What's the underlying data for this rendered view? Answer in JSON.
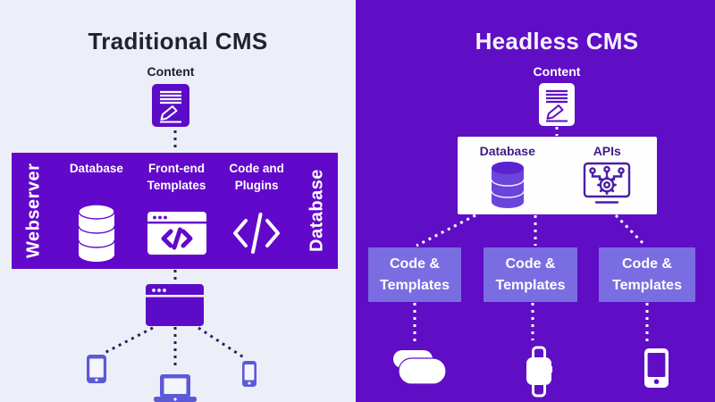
{
  "left_panel": {
    "title": "Traditional CMS",
    "content_label": "Content",
    "server_box": {
      "webserver_vertical_label": "Webserver",
      "database_vertical_label": "Database",
      "columns": [
        {
          "line1": "Database",
          "line2": ""
        },
        {
          "line1": "Front-end",
          "line2": "Templates"
        },
        {
          "line1": "Code and",
          "line2": "Plugins"
        }
      ]
    },
    "devices": [
      "tablet",
      "laptop",
      "smartphone"
    ]
  },
  "right_panel": {
    "title": "Headless CMS",
    "content_label": "Content",
    "api_box": {
      "database_label": "Database",
      "apis_label": "APIs"
    },
    "code_boxes": [
      {
        "line1": "Code &",
        "line2": "Templates"
      },
      {
        "line1": "Code &",
        "line2": "Templates"
      },
      {
        "line1": "Code &",
        "line2": "Templates"
      }
    ],
    "devices": [
      "vr-headset",
      "smartwatch",
      "smartphone"
    ]
  },
  "colors": {
    "left_background": "#EDEFF8",
    "right_background": "#5F0EC5",
    "server_box": "#6208CA",
    "icon_purple": "#5C0CC8",
    "code_box": "#7A6DE2",
    "device_accent": "#5D5AD8",
    "dark_dot": "#2A2158",
    "title_dark": "#222230",
    "purple_text": "#3E1C86"
  }
}
